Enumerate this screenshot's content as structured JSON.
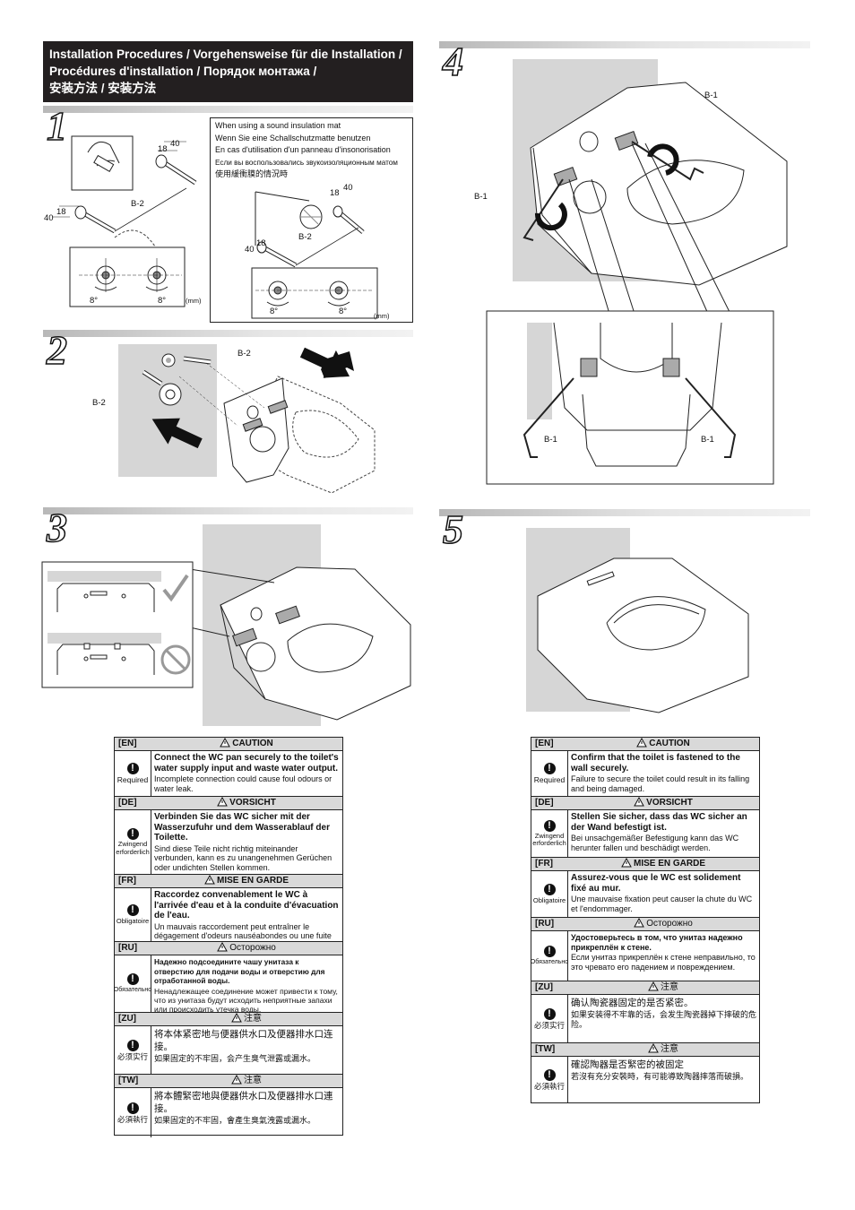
{
  "header": {
    "line1": "Installation Procedures / Vorgehensweise für die Installation /",
    "line2": "Procédures d'installation / Порядок монтажа /",
    "line3": "安装方法 / 安装方法"
  },
  "steps": [
    "1",
    "2",
    "3",
    "4",
    "5"
  ],
  "step1": {
    "dim_18": "18",
    "dim_40": "40",
    "part": "B-2",
    "angle": "8°",
    "unit": "(mm)",
    "mat_note": [
      "When using a sound insulation mat",
      "Wenn Sie eine Schallschutzmatte benutzen",
      "En cas d'utilisation d'un panneau d'insonorisation",
      "Если вы воспользовались звукоизоляционным матом",
      "使用緩衝膜的情況時"
    ]
  },
  "step2": {
    "part": "B-2"
  },
  "step4": {
    "part": "B-1"
  },
  "colors": {
    "wall": "#d6d6d6",
    "header_bg": "#231f20",
    "table_head": "#d9d9d9"
  },
  "icons": {
    "ok": "check-mark-icon",
    "ng": "prohibited-icon",
    "warn": "warning-triangle-icon",
    "req": "exclamation-circle-icon"
  },
  "caution_left": [
    {
      "code": "[EN]",
      "title": "CAUTION",
      "req": "Required",
      "strong": "Connect the WC pan securely to the toilet's water supply input and waste water output.",
      "small": "Incomplete connection could cause foul odours or water leak."
    },
    {
      "code": "[DE]",
      "title": "VORSICHT",
      "req": "Zwingend erforderlich",
      "strong": "Verbinden Sie das WC sicher mit der Wasserzufuhr und dem Wasserablauf der Toilette.",
      "small": "Sind diese Teile nicht richtig miteinander verbunden, kann es zu unangenehmen Gerüchen oder undichten Stellen kommen."
    },
    {
      "code": "[FR]",
      "title": "MISE EN GARDE",
      "req": "Obligatoire",
      "strong": "Raccordez convenablement le WC à l'arrivée d'eau et à la conduite d'évacuation de l'eau.",
      "small": "Un mauvais raccordement peut entraîner le dégagement d'odeurs nauséabondes ou une fuite d'eau."
    },
    {
      "code": "[RU]",
      "title": "Осторожно",
      "req": "Обязательно",
      "strong": "Надежно подсоедините чашу унитаза к отверстию для подачи воды и отверстию для отработанной воды.",
      "small": "Ненадлежащее соединение может привести к тому, что из унитаза будут исходить неприятные запахи или происходить утечка воды."
    },
    {
      "code": "[ZU]",
      "title": "注意",
      "req": "必须实行",
      "strong": "将本体紧密地与便器供水口及便器排水口连接。",
      "small": "如果固定的不牢固，会产生臭气泄露或漏水。"
    },
    {
      "code": "[TW]",
      "title": "注意",
      "req": "必須執行",
      "strong": "將本體緊密地與便器供水口及便器排水口連接。",
      "small": "如果固定的不牢固，會產生臭氣洩露或漏水。"
    }
  ],
  "caution_right": [
    {
      "code": "[EN]",
      "title": "CAUTION",
      "req": "Required",
      "strong": "Confirm that the toilet is fastened to the wall securely.",
      "small": "Failure to secure the toilet could result in its falling and being damaged."
    },
    {
      "code": "[DE]",
      "title": "VORSICHT",
      "req": "Zwingend erforderlich",
      "strong": "Stellen Sie sicher, dass das WC sicher an der Wand befestigt ist.",
      "small": "Bei unsachgemäßer Befestigung kann das WC herunter fallen und beschädigt werden."
    },
    {
      "code": "[FR]",
      "title": "MISE EN GARDE",
      "req": "Obligatoire",
      "strong": "Assurez-vous que le WC est solidement fixé au mur.",
      "small": "Une mauvaise fixation peut causer la chute du WC et l'endommager."
    },
    {
      "code": "[RU]",
      "title": "Осторожно",
      "req": "Обязательно",
      "strong": "Удостоверьтесь в том, что унитаз надежно прикреплён к стене.",
      "small": "Если унитаз прикреплён к стене неправильно, то это чревато его падением и повреждением."
    },
    {
      "code": "[ZU]",
      "title": "注意",
      "req": "必须实行",
      "strong": "确认陶瓷器固定的是否紧密。",
      "small": "如果安装得不牢靠的话，会发生陶瓷器掉下摔破的危险。"
    },
    {
      "code": "[TW]",
      "title": "注意",
      "req": "必須執行",
      "strong": "確認陶器是否緊密的被固定",
      "small": "若沒有充分安裝時，有可能導致陶器摔落而破損。"
    }
  ]
}
